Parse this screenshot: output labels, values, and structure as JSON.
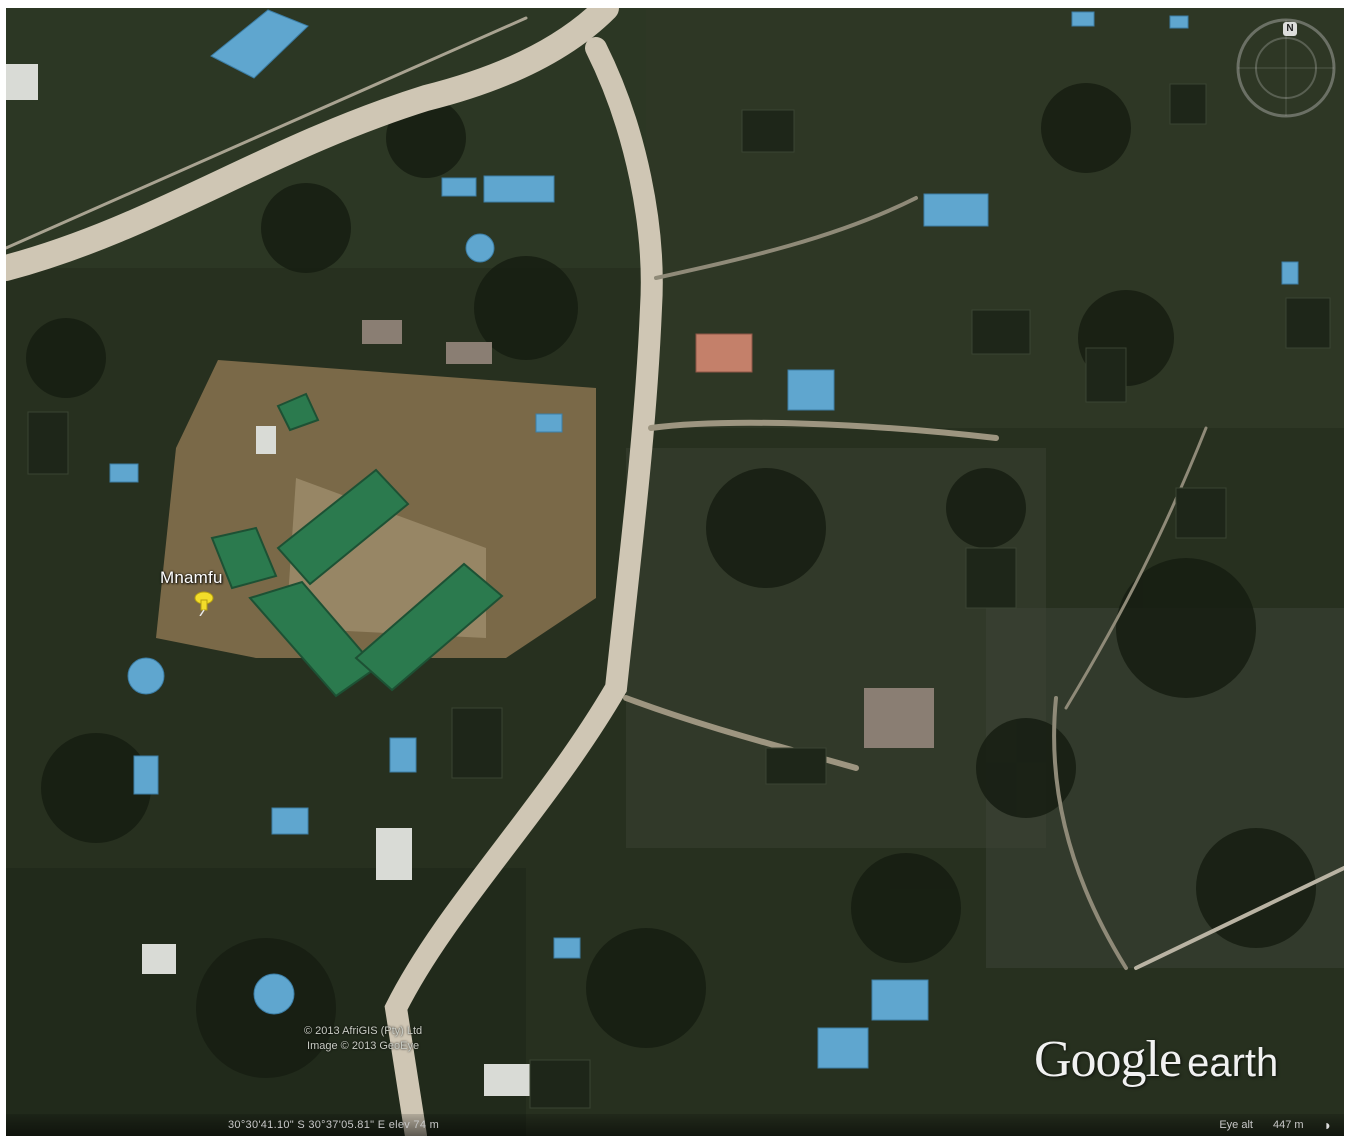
{
  "placemark": {
    "label": "Mnamfu",
    "icon": "yellow-pushpin-icon",
    "color": "#f2dd2a"
  },
  "attribution": {
    "line1": "© 2013 AfriGIS (Pty) Ltd",
    "line2": "Image © 2013 GeoEye"
  },
  "logo": {
    "google": "Google",
    "earth": "earth"
  },
  "status": {
    "coordinates": "30°30'41.10\" S   30°37'05.81\" E  elev    74 m",
    "eye_alt_label": "Eye alt",
    "eye_alt_value": "447 m"
  },
  "compass": {
    "north_label": "N",
    "icon": "navigation-compass-icon"
  },
  "colors": {
    "vegetation": "#2a3324",
    "dirt_road": "#cfc6b4",
    "roof_blue": "#5fa6cf",
    "roof_green": "#2b7a4e"
  }
}
